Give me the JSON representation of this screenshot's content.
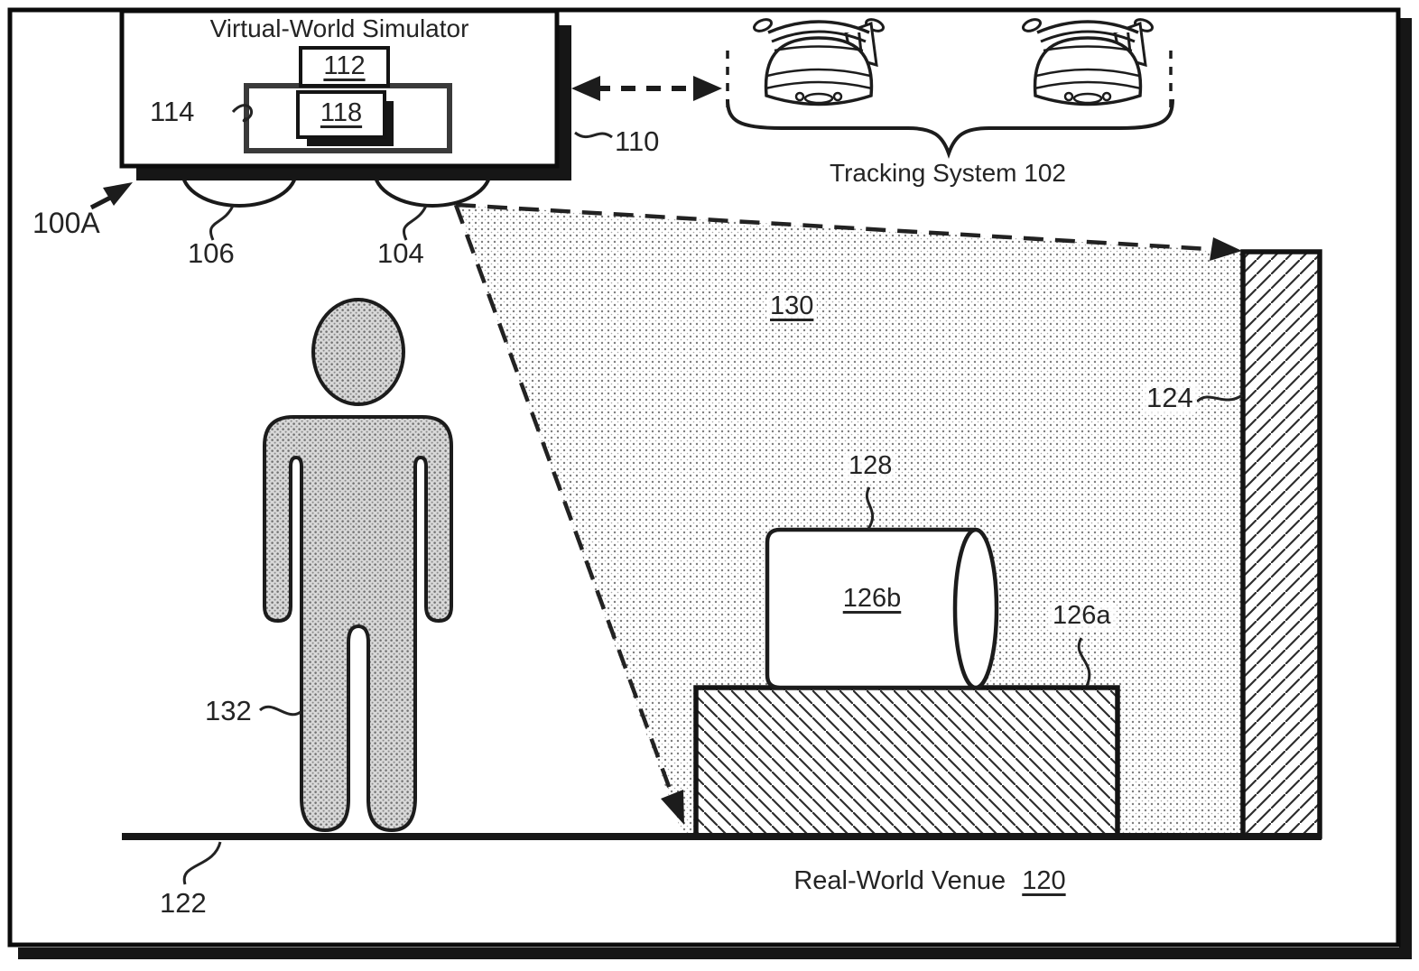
{
  "diagram": {
    "reference": "100A",
    "simulator": {
      "title": "Virtual-World Simulator",
      "box_112": "112",
      "box_118": "118",
      "box_114": "114",
      "label_110": "110",
      "lens_106": "106",
      "lens_104": "104"
    },
    "tracking_system": {
      "label": "Tracking System 102"
    },
    "projection": {
      "label_130": "130"
    },
    "wall": {
      "label_124": "124"
    },
    "platform": {
      "label_126a": "126a"
    },
    "cylinder": {
      "label_126b": "126b",
      "label_128": "128"
    },
    "person": {
      "label_132": "132"
    },
    "floor": {
      "label_122": "122"
    },
    "venue": {
      "name": "Real-World Venue",
      "number": "120"
    }
  },
  "colors": {
    "ink": "#1a1a1a",
    "shadow": "#161616",
    "stipple_dot": "#808080",
    "person_fill": "#d6d6d6",
    "paper": "#ffffff"
  }
}
